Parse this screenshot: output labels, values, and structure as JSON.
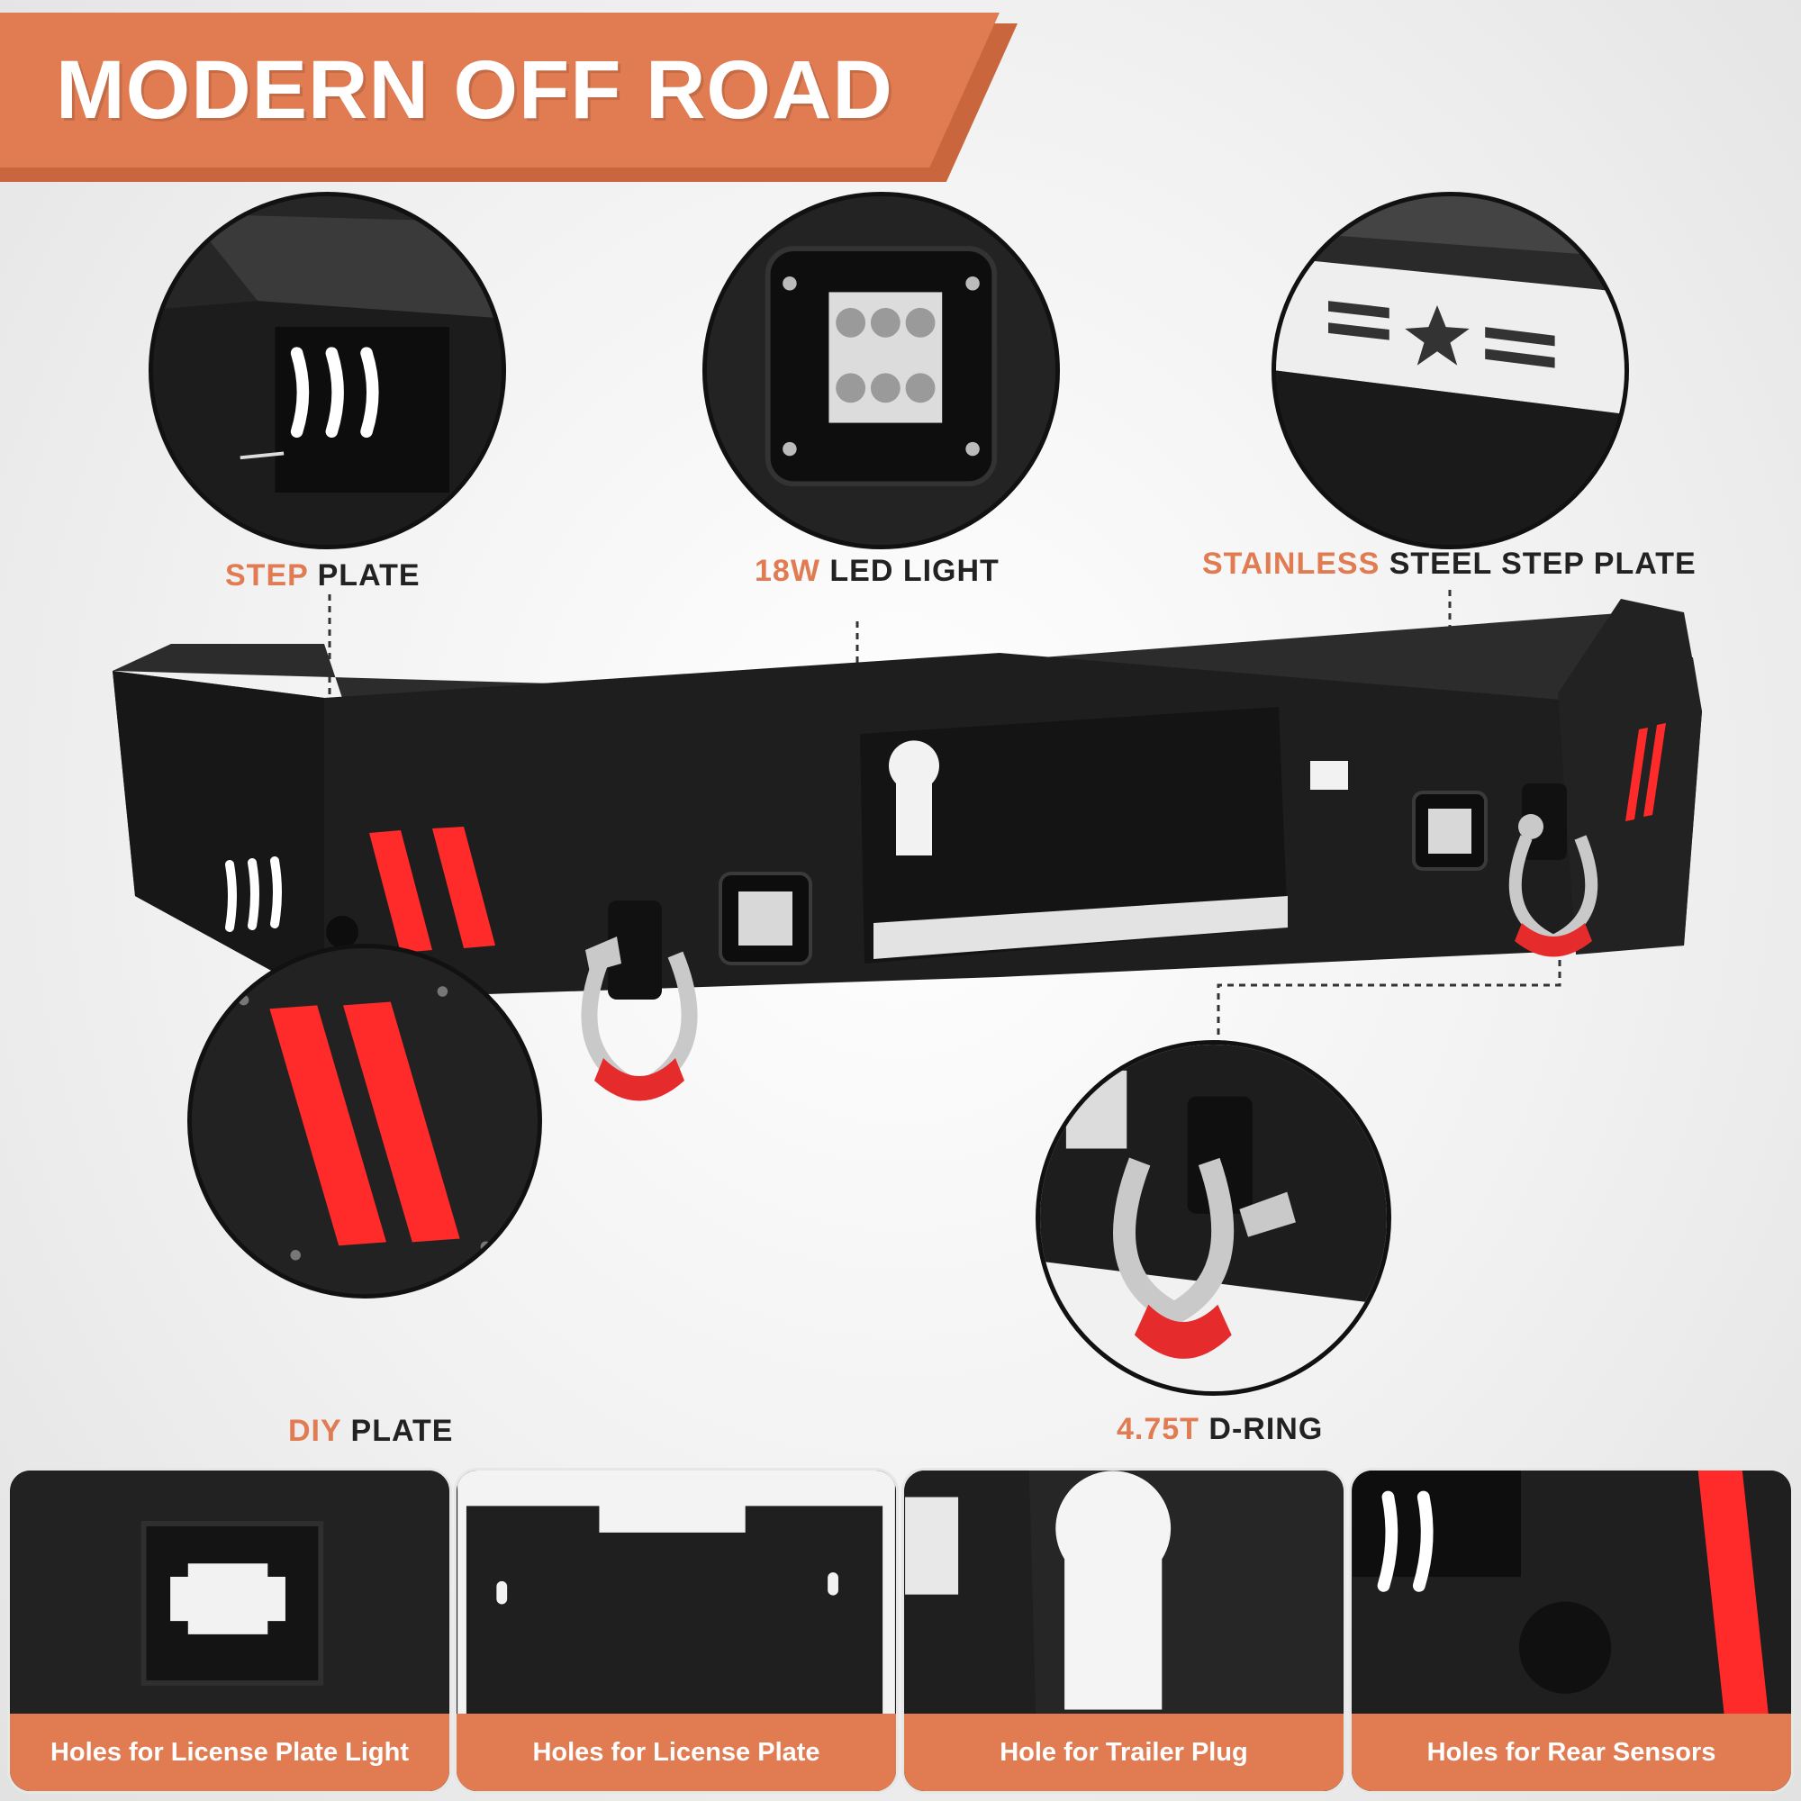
{
  "banner": {
    "title": "MODERN OFF ROAD"
  },
  "callouts": {
    "step_plate": {
      "accent": "STEP",
      "rest": " PLATE"
    },
    "led_light": {
      "accent": "18W",
      "rest": " LED LIGHT"
    },
    "stainless_plate": {
      "accent": "STAINLESS",
      "rest": " STEEL STEP PLATE"
    },
    "diy_plate": {
      "accent": "DIY",
      "rest": " PLATE"
    },
    "d_ring": {
      "accent": "4.75T",
      "rest": " D-RING"
    }
  },
  "cards": [
    {
      "caption": "Holes for License Plate Light"
    },
    {
      "caption": "Holes for License Plate"
    },
    {
      "caption": "Hole for Trailer Plug"
    },
    {
      "caption": "Holes for Rear Sensors"
    }
  ],
  "colors": {
    "accent": "#e07b52",
    "steel": "#1d1d1d",
    "shackle": "#e52b2b",
    "reflector": "#ff2a2a"
  }
}
